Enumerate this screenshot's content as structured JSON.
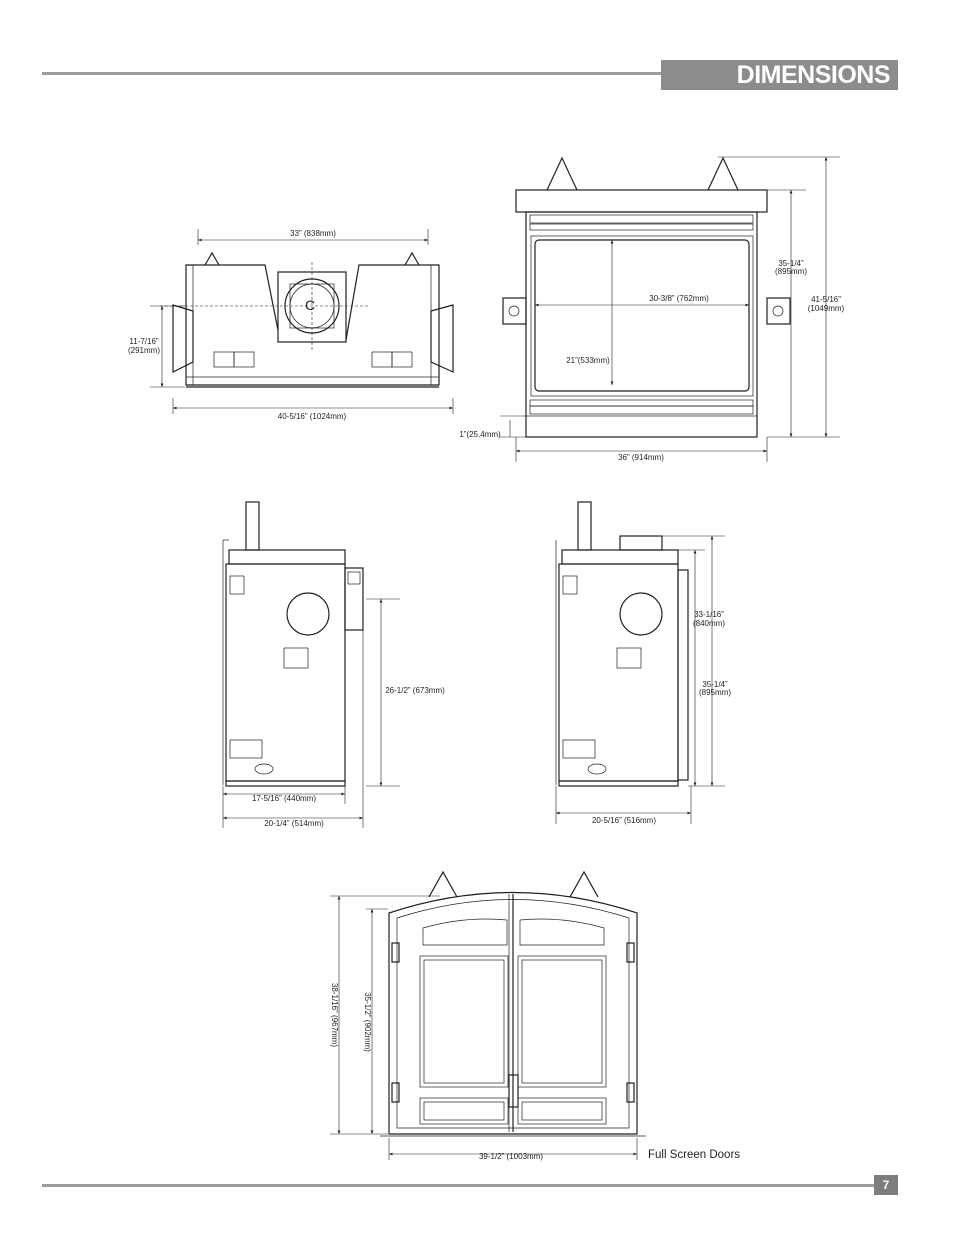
{
  "header": {
    "title": "DIMENSIONS"
  },
  "footer": {
    "page_number": "7"
  },
  "top_view": {
    "width_top": "33” (838mm)",
    "depth": "11-7/16”",
    "depth_mm": "(291mm)",
    "width_bottom": "40-5/16” (1024mm)"
  },
  "front_view": {
    "opening_width": "30-3/8” (762mm)",
    "opening_height": "21”(533mm)",
    "height_inner": "35-1/4”",
    "height_inner_mm": "(895mm)",
    "height_outer": "41-5/16”",
    "height_outer_mm": "(1049mm)",
    "base_offset": "1”(25.4mm)",
    "width": "36” (914mm)"
  },
  "side_view_left": {
    "vent_height": "26-1/2” (673mm)",
    "depth_inner": "17-5/16” (440mm)",
    "depth_outer": "20-1/4” (514mm)"
  },
  "side_view_right": {
    "height_inner": "33-1/16”",
    "height_inner_mm": "(840mm)",
    "height_outer": "35-1/4”",
    "height_outer_mm": "(895mm)",
    "depth": "20-5/16” (516mm)"
  },
  "doors_view": {
    "height_outer": "38-1/16” (967mm)",
    "height_inner": "35-1/2” (902mm)",
    "width": "39-1/2” (1003mm)",
    "caption": "Full Screen Doors"
  }
}
